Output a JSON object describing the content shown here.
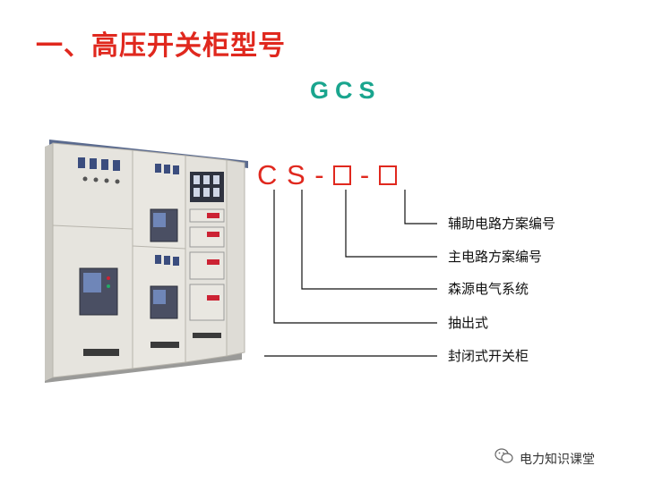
{
  "slide": {
    "title": "一、高压开关柜型号",
    "heading": "GCS",
    "model": {
      "prefix": "C S",
      "dash1": " - ",
      "dash2": " - "
    },
    "labels": [
      "辅助电路方案编号",
      "主电路方案编号",
      "森源电气系统",
      "抽出式",
      "封闭式开关柜"
    ],
    "footer": "电力知识课堂"
  },
  "colors": {
    "title": "#e0281e",
    "heading": "#1aa58e",
    "model": "#e0281e"
  },
  "icons": {
    "footer_icon": "wechat-icon"
  }
}
